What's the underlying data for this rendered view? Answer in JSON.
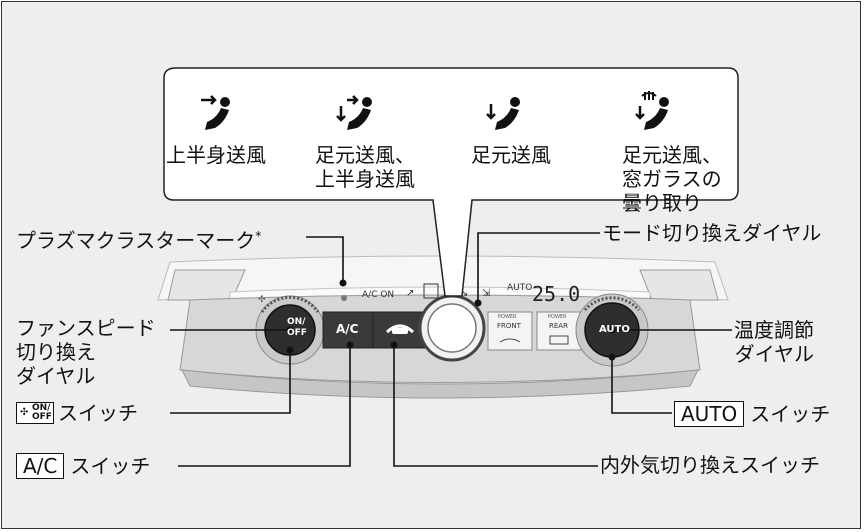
{
  "callout": {
    "modes": [
      {
        "icon": "upper-body-vent-icon",
        "label_lines": [
          "上半身送風"
        ]
      },
      {
        "icon": "feet-and-upper-body-icon",
        "label_lines": [
          "足元送風、",
          "上半身送風"
        ]
      },
      {
        "icon": "feet-vent-icon",
        "label_lines": [
          "足元送風"
        ]
      },
      {
        "icon": "feet-defog-icon",
        "label_lines": [
          "足元送風、",
          "窓ガラスの",
          "曇り取り"
        ]
      }
    ]
  },
  "labels": {
    "plasma": "プラズマクラスターマーク",
    "plasma_star": "*",
    "mode_dial": "モード切り換えダイヤル",
    "fan_dial_l1": "ファンスピード",
    "fan_dial_l2": "切り換え",
    "fan_dial_l3": "ダイヤル",
    "temp_dial_l1": "温度調節",
    "temp_dial_l2": "ダイヤル",
    "onoff_switch_suffix": "スイッチ",
    "ac_box": "A/C",
    "ac_switch_suffix": "スイッチ",
    "auto_box": "AUTO",
    "auto_switch_suffix": "スイッチ",
    "recirc_switch": "内外気切り換えスイッチ"
  },
  "panel": {
    "onoff_top": "ON/",
    "onoff_bottom": "OFF",
    "ac_button": "A/C",
    "ac_on_indicator": "A/C ON",
    "auto_indicator": "AUTO",
    "temperature": "25.0",
    "auto_button": "AUTO",
    "front_power": "POWER",
    "front_label": "FRONT",
    "rear_power": "POWER",
    "rear_label": "REAR"
  },
  "colors": {
    "background": "#eeeeee",
    "panel_body": "#d7d7d7",
    "button_dark": "#3a3a3a",
    "leader": "#111111"
  }
}
